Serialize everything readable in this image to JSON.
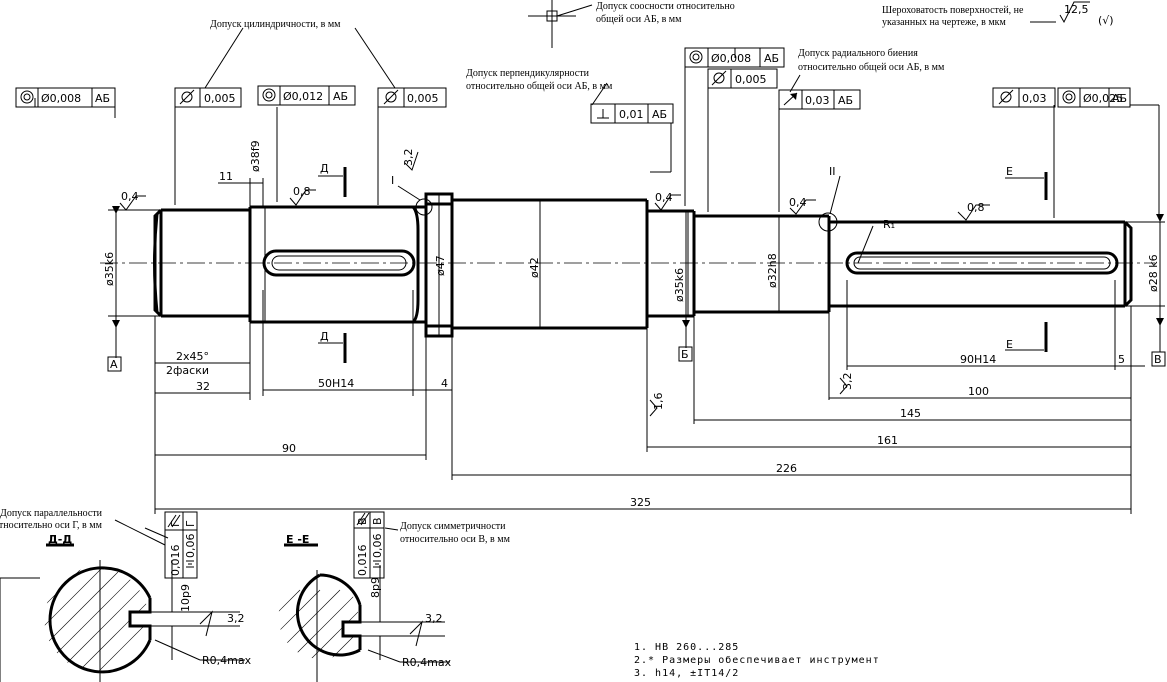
{
  "notes": {
    "cylindricity_tol": "Допуск цилиндричности, в мм",
    "coaxiality_tol_1": "Допуск соосности относительно",
    "coaxiality_tol_2": "общей оси АБ, в мм",
    "perpendicularity_tol_1": "Допуск перпендикулярности",
    "perpendicularity_tol_2": "относительно общей оси АБ, в мм",
    "radial_runout_tol_1": "Допуск радиального биения",
    "radial_runout_tol_2": "относительно общей оси АБ, в мм",
    "roughness_note_1": "Шероховатость поверхностей, не",
    "roughness_note_2": "указанных на чертеже, в мкм",
    "parallelism_tol_1": "Допуск параллельности",
    "parallelism_tol_2": "относительно оси Г, в мм",
    "symmetry_tol_1": "Допуск симметричности",
    "symmetry_tol_2": "относительно оси В, в мм"
  },
  "general_roughness": {
    "value": "12,5",
    "bracket": "(√)"
  },
  "frames": {
    "f1": {
      "tol": "Ø0,008",
      "datum": "АБ"
    },
    "f2": {
      "tol": "0,005"
    },
    "f3": {
      "tol": "Ø0,012",
      "datum": "АБ"
    },
    "f4": {
      "tol": "0,005"
    },
    "f5": {
      "tol": "0,01",
      "datum": "АБ"
    },
    "f6": {
      "tol": "Ø0,008",
      "datum": "АБ"
    },
    "f7": {
      "tol": "0,005"
    },
    "f8": {
      "tol": "0,03",
      "datum": "АБ"
    },
    "f9": {
      "tol": "0,03"
    },
    "f10": {
      "tol": "Ø0,025",
      "datum": "АБ"
    },
    "v1": {
      "tol": "0,016",
      "datum": "Г"
    },
    "v2": {
      "tol": "0,06",
      "datum": "Г"
    },
    "v3": {
      "tol": "0,016",
      "datum": "В"
    },
    "v4": {
      "tol": "0,06",
      "datum": "В"
    }
  },
  "datums": {
    "a": "А",
    "b": "Б",
    "v": "В"
  },
  "section_marks": {
    "d": "Д",
    "e": "Е",
    "view1": "I",
    "view2": "II",
    "r": "R₁"
  },
  "section_titles": {
    "dd": "Д-Д",
    "ee": "Е -Е"
  },
  "diameters": {
    "d35k6_left": "ø35k6",
    "d38f9": "ø38f9",
    "d47": "ø47",
    "d42": "ø42",
    "d35k6_mid": "ø35k6",
    "d32h8": "ø32h8",
    "d28k6": "ø28 k6"
  },
  "dims": {
    "d11": "11",
    "d2x45": "2x45°",
    "d2faski": "2фаски",
    "d32": "32",
    "d50h14": "50H14",
    "d4": "4",
    "d90": "90",
    "d226": "226",
    "d325": "325",
    "d161": "161",
    "d145": "145",
    "d100": "100",
    "d90h14": "90H14",
    "d5": "5",
    "d10p9": "10p9",
    "d8p9": "8p9",
    "r04a": "R0,4max",
    "r04b": "R0,4max"
  },
  "roughness": {
    "r1": "0,4",
    "r2": "0,8",
    "r3": "3,2",
    "r4": "0,4",
    "r5": "0,4",
    "r6": "0,8",
    "r7": "1,6",
    "r8": "3,2",
    "r9": "3,2",
    "r10": "3,2"
  },
  "tech_notes": [
    "1. HB 260...285",
    "2.* Размеры обеспечивает инструмент",
    "3. h14, ±IT14/2"
  ]
}
